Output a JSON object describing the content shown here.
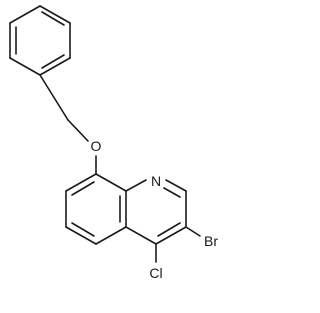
{
  "molecule": {
    "atoms": {
      "oxygen": "O",
      "nitrogen": "N",
      "bromine": "Br",
      "chlorine": "Cl"
    },
    "colors": {
      "bond": "#1a1a1a",
      "background": "#ffffff"
    }
  }
}
